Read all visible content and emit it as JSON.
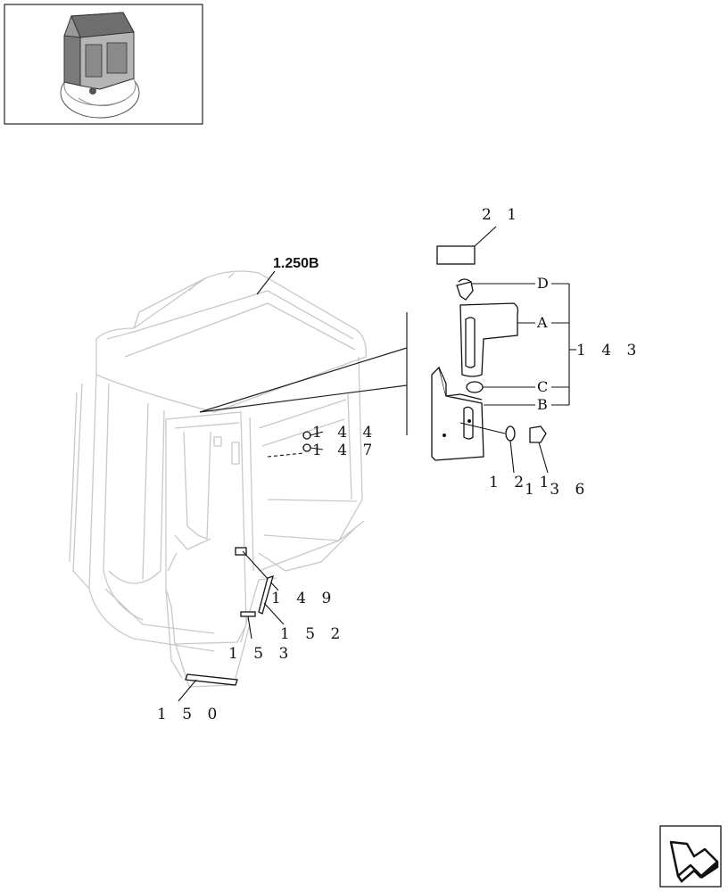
{
  "diagram": {
    "reference": "1.250B",
    "callouts": {
      "c21": "2 1",
      "c143": "1 4 3",
      "c144": "1 4 4",
      "c147": "1 4 7",
      "c121": "1 2 1",
      "c136": "1 3 6",
      "c149": "1 4 9",
      "c152": "1 5 2",
      "c153": "1 5 3",
      "c150": "1 5 0"
    },
    "letters": {
      "a": "A",
      "b": "B",
      "c": "C",
      "d": "D"
    }
  }
}
